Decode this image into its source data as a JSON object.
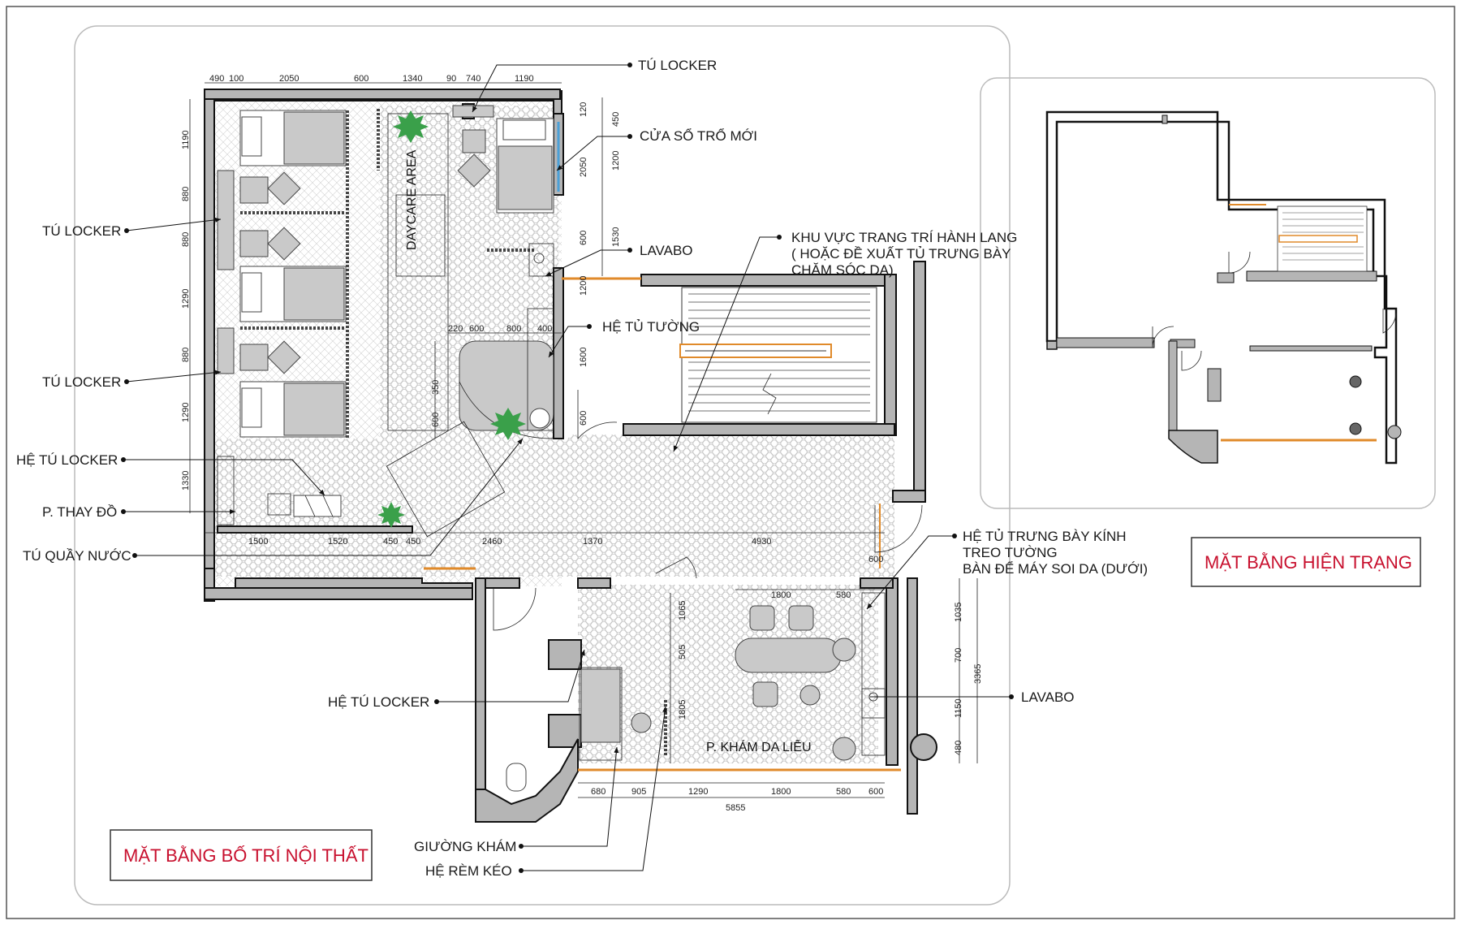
{
  "titles": {
    "layout": "MẶT BẰNG BỐ TRÍ NỘI THẤT",
    "existing": "MẶT BẰNG HIỆN TRẠNG",
    "title_color": "#c8102e"
  },
  "rooms": {
    "daycare": "DAYCARE AREA",
    "exam": "P. KHÁM DA LIỄU"
  },
  "labels": {
    "tu_locker_top": "TÚ LOCKER",
    "cua_so": "CỬA SỔ TRỔ MỚI",
    "tu_locker_left1": "TÚ LOCKER",
    "lavabo_top": "LAVABO",
    "hanh_lang_1": "KHU VỰC TRANG TRÍ HÀNH LANG",
    "hanh_lang_2": "( HOẶC ĐỀ XUẤT TỦ TRƯNG BÀY",
    "hanh_lang_3": "CHĂM SÓC DA)",
    "he_tu_tuong": "HỆ TỦ TƯỜNG",
    "tu_locker_left2": "TÚ LOCKER",
    "he_tu_locker_left": "HỆ TÚ LOCKER",
    "p_thay_do": "P. THAY ĐỒ",
    "tu_quay_nuoc": "TÚ QUẦY NƯỚC",
    "trung_bay_1": "HỆ TỦ TRƯNG BÀY KÍNH",
    "trung_bay_2": "TREO TƯỜNG",
    "trung_bay_3": "BÀN ĐỂ MÁY SOI DA (DƯỚI)",
    "he_tu_locker_mid": "HỆ TÚ LOCKER",
    "lavabo_right": "LAVABO",
    "giuong_kham": "GIƯỜNG KHÁM",
    "he_rem_keo": "HỆ RÈM KÉO"
  },
  "dimensions": {
    "top": [
      "490",
      "100",
      "2050",
      "600",
      "1340",
      "90",
      "740",
      "1190"
    ],
    "left": [
      "1190",
      "880",
      "880",
      "1290",
      "880",
      "1290",
      "1330"
    ],
    "right_top": [
      "120",
      "450",
      "2050",
      "1200",
      "600",
      "1530",
      "1200"
    ],
    "mid_row": [
      "220",
      "600",
      "800",
      "400"
    ],
    "mid_col": [
      "1600",
      "350",
      "600",
      "600"
    ],
    "corridor": [
      "1500",
      "1520",
      "450",
      "450",
      "2460",
      "1370",
      "4930",
      "600"
    ],
    "exam_top": [
      "1800",
      "580"
    ],
    "exam_mid": [
      "1065",
      "505",
      "1805"
    ],
    "exam_right": [
      "1035",
      "700",
      "1150",
      "480",
      "3365"
    ],
    "bottom": [
      "680",
      "905",
      "1290",
      "1800",
      "580",
      "600"
    ],
    "bottom_total": "5855"
  }
}
